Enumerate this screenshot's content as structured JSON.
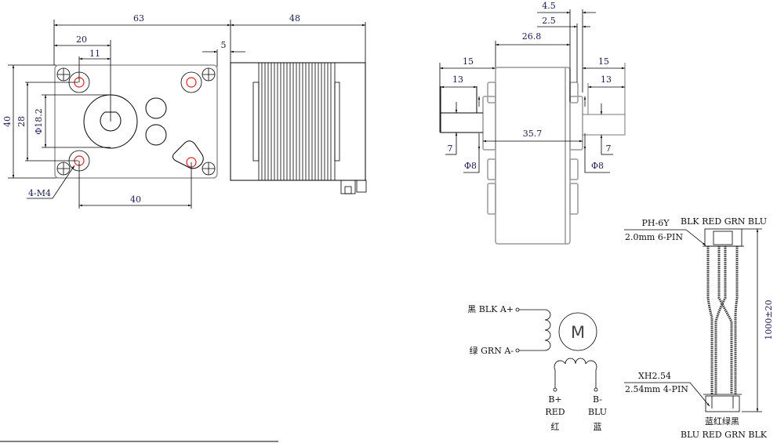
{
  "front_view": {
    "dims": {
      "overall_length": "63",
      "motor_length": "48",
      "shaft_offset": "20",
      "hole_offset": "11",
      "flange_gap": "5",
      "height": "40",
      "hole_spacing_v": "28",
      "boss_diameter": "Φ18.2",
      "hole_spacing_h": "40",
      "thread": "4-M4"
    }
  },
  "side_view": {
    "dims": {
      "ext_a": "4.5",
      "ext_b": "2.5",
      "body_width": "26.8",
      "shaft_left": "15",
      "flat_left": "13",
      "shaft_right": "15",
      "flat_right": "13",
      "total_width": "35.7",
      "flat_depth_left": "7",
      "diam_left": "Φ8",
      "flat_depth_right": "7",
      "diam_right": "Φ8"
    }
  },
  "schematic": {
    "motor_label": "M",
    "a_plus": "黑 BLK A+",
    "a_minus": "绿 GRN A-",
    "b_plus": {
      "pin": "B+",
      "color_en": "RED",
      "color_cn": "红"
    },
    "b_minus": {
      "pin": "B-",
      "color_en": "BLU",
      "color_cn": "蓝"
    }
  },
  "harness": {
    "top_colors": "BLK RED GRN BLU",
    "top_connector": "PH-6Y",
    "top_connector_spec": "2.0mm 6-PIN",
    "length": "1000±20",
    "bottom_connector": "XH2.54",
    "bottom_connector_spec": "2.54mm 4-PIN",
    "bottom_colors_cn": "蓝红绿黑",
    "bottom_colors": "BLU RED GRN BLK"
  }
}
